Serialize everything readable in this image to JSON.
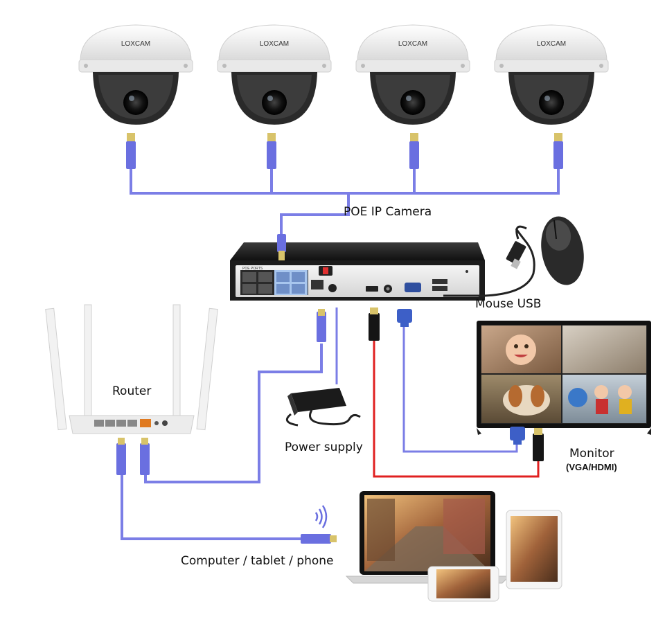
{
  "diagram": {
    "brand": "LOXCAM",
    "labels": {
      "poe_camera": "POE IP Camera",
      "mouse_usb": "Mouse USB",
      "router": "Router",
      "power_supply": "Power supply",
      "monitor": "Monitor",
      "monitor_sub": "(VGA/HDMI)",
      "devices": "Computer / tablet / phone"
    },
    "colors": {
      "ethernet_cable": "#7b7ee6",
      "hdmi_cable": "#e02020",
      "vga_cable": "#7b7ee6",
      "black_cable": "#222222",
      "connector": "#6a6fe0"
    },
    "camera_count": 4
  }
}
